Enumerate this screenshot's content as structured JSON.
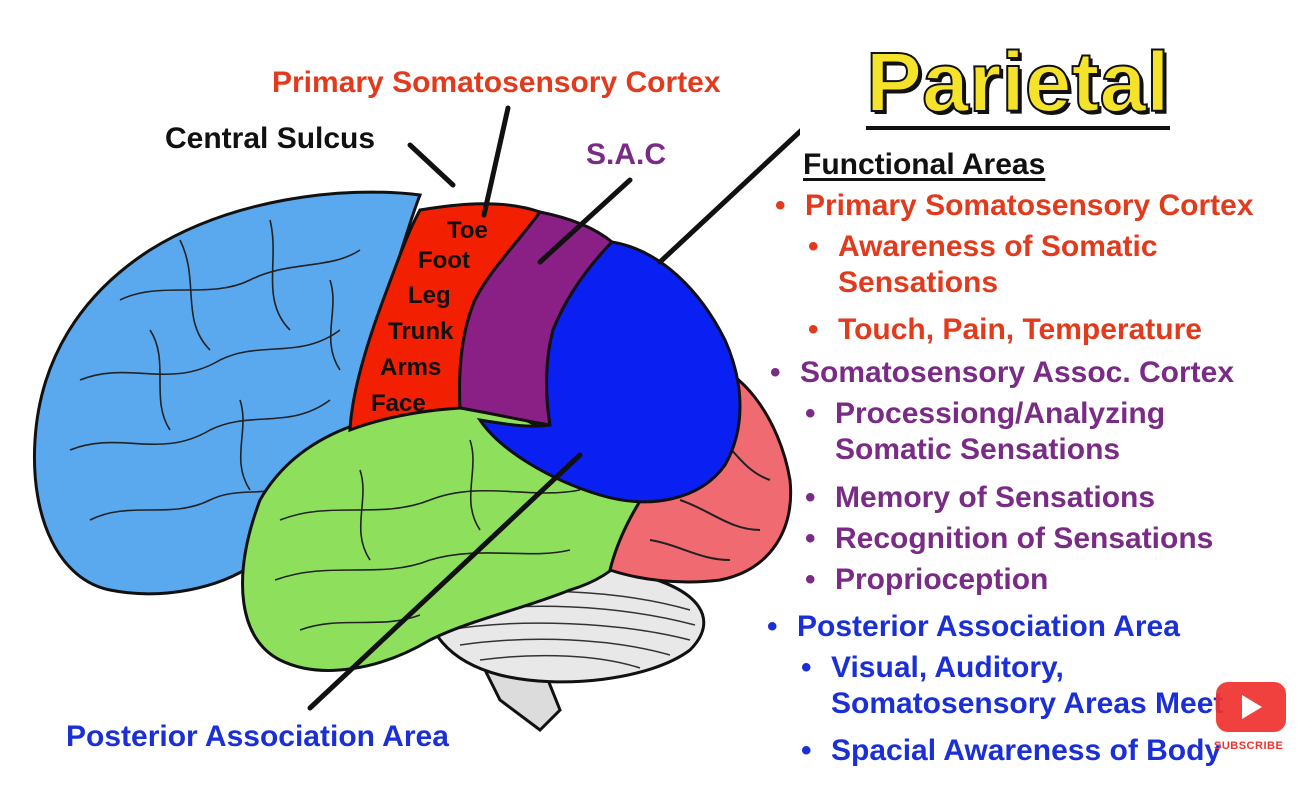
{
  "title": "Parietal",
  "heading": "Functional Areas",
  "labels": {
    "primary_cortex": "Primary Somatosensory Cortex",
    "central_sulcus": "Central Sulcus",
    "sac": "S.A.C",
    "posterior_area": "Posterior Association Area"
  },
  "homunculus": [
    "Toe",
    "Foot",
    "Leg",
    "Trunk",
    "Arms",
    "Face"
  ],
  "bullets": [
    {
      "level": 1,
      "color": "red",
      "lines": [
        "Primary Somatosensory Cortex"
      ]
    },
    {
      "level": 2,
      "color": "red",
      "lines": [
        "Awareness of Somatic",
        "Sensations"
      ]
    },
    {
      "level": 2,
      "color": "red",
      "lines": [
        "Touch, Pain, Temperature"
      ]
    },
    {
      "level": 1,
      "color": "purple",
      "lines": [
        "Somatosensory Assoc. Cortex"
      ]
    },
    {
      "level": 2,
      "color": "purple",
      "lines": [
        "Processiong/Analyzing",
        "Somatic Sensations"
      ]
    },
    {
      "level": 2,
      "color": "purple",
      "lines": [
        "Memory of Sensations"
      ]
    },
    {
      "level": 2,
      "color": "purple",
      "lines": [
        "Recognition of Sensations"
      ]
    },
    {
      "level": 2,
      "color": "purple",
      "lines": [
        "Proprioception"
      ]
    },
    {
      "level": 1,
      "color": "blue",
      "lines": [
        "Posterior Association Area"
      ]
    },
    {
      "level": 2,
      "color": "blue",
      "lines": [
        "Visual, Auditory,",
        "Somatosensory Areas Meet"
      ]
    },
    {
      "level": 2,
      "color": "blue",
      "lines": [
        "Spacial Awareness of Body"
      ]
    }
  ],
  "subscribe": "SUBSCRIBE",
  "colors": {
    "frontal": "#5aa8ee",
    "primary_cortex": "#f21f00",
    "sac": "#8a1f86",
    "posterior": "#0a1ff2",
    "temporal": "#8ee05c",
    "occipital": "#f06a72",
    "cerebellum": "#e8e8e8"
  }
}
